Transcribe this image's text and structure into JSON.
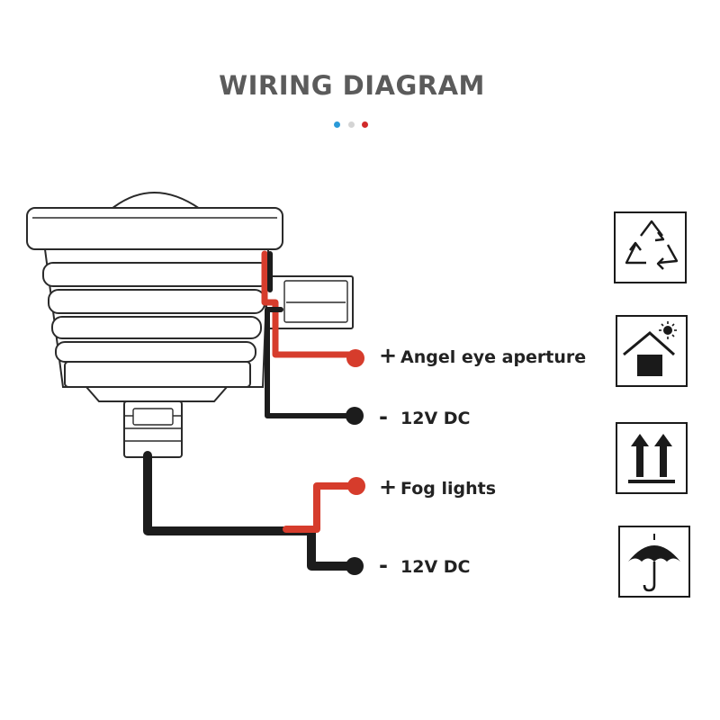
{
  "title": "WIRING DIAGRAM",
  "accent_dots": [
    "#2a9ad8",
    "#d4d4d4",
    "#d12a2a"
  ],
  "colors": {
    "positive_wire": "#d63c2c",
    "negative_wire": "#1c1c1c",
    "outline": "#2a2a2a"
  },
  "wires": [
    {
      "polarity": "+",
      "label": "Angel eye aperture"
    },
    {
      "polarity": "-",
      "label": "12V DC"
    },
    {
      "polarity": "+",
      "label": "Fog lights"
    },
    {
      "polarity": "-",
      "label": "12V DC"
    }
  ],
  "handling_icons": [
    "recycle-icon",
    "keep-indoors-icon",
    "this-way-up-icon",
    "keep-dry-icon"
  ]
}
